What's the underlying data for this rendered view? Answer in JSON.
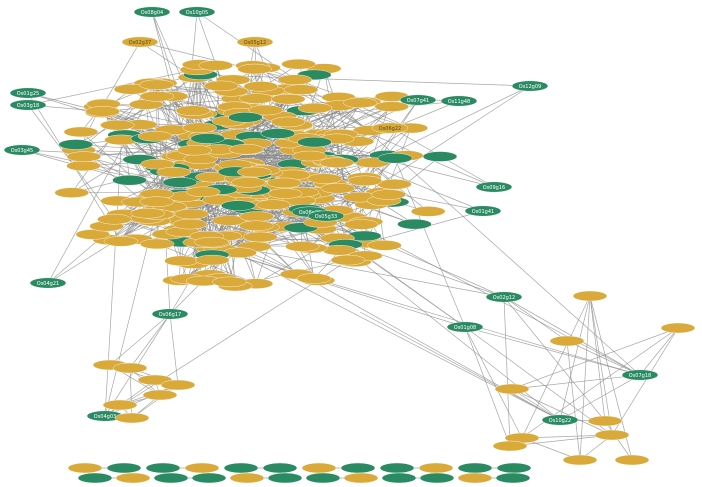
{
  "colors": {
    "green": "#2a8a62",
    "gold": "#d9a93a",
    "edge": "#8a8a8a",
    "background": "#ffffff"
  },
  "nodes": [
    {
      "id": "n1",
      "label": "Os08g04",
      "color": "green",
      "cluster": "top"
    },
    {
      "id": "n2",
      "label": "Os10g05",
      "color": "green",
      "cluster": "top"
    },
    {
      "id": "n3",
      "label": "Os02g37",
      "color": "gold",
      "cluster": "top"
    },
    {
      "id": "n4",
      "label": "Os05g12",
      "color": "gold",
      "cluster": "top"
    },
    {
      "id": "n5",
      "label": "Os01g25",
      "color": "green",
      "cluster": "left"
    },
    {
      "id": "n6",
      "label": "Os03g18",
      "color": "green",
      "cluster": "left"
    },
    {
      "id": "n7",
      "label": "Os04g21",
      "color": "green",
      "cluster": "left"
    },
    {
      "id": "n8",
      "label": "Os07g41",
      "color": "green",
      "cluster": "right"
    },
    {
      "id": "n9",
      "label": "Os11g48",
      "color": "green",
      "cluster": "right"
    },
    {
      "id": "n10",
      "label": "Os06g22",
      "color": "gold",
      "cluster": "right"
    },
    {
      "id": "n11",
      "label": "Os12g09",
      "color": "green",
      "cluster": "far-right"
    },
    {
      "id": "n12",
      "label": "Os09g16",
      "color": "green",
      "cluster": "right"
    },
    {
      "id": "n13",
      "label": "Os01g41",
      "color": "green",
      "cluster": "right"
    },
    {
      "id": "n14",
      "label": "Os08g29",
      "color": "green",
      "cluster": "mid"
    },
    {
      "id": "n15",
      "label": "Os05g33",
      "color": "green",
      "cluster": "mid"
    },
    {
      "id": "n16",
      "label": "Os03g45",
      "color": "green",
      "cluster": "left"
    },
    {
      "id": "n17",
      "label": "Os06g17",
      "color": "green",
      "cluster": "bottom-left"
    },
    {
      "id": "n18",
      "label": "Os04g03",
      "color": "green",
      "cluster": "bottom-left"
    },
    {
      "id": "n19",
      "label": "Os02g12",
      "color": "green",
      "cluster": "bottom-right"
    },
    {
      "id": "n20",
      "label": "Os10g22",
      "color": "green",
      "cluster": "bottom-right"
    },
    {
      "id": "n21",
      "label": "Os07g18",
      "color": "green",
      "cluster": "bottom-right"
    },
    {
      "id": "n22",
      "label": "Os01g08",
      "color": "green",
      "cluster": "bottom-right"
    }
  ]
}
